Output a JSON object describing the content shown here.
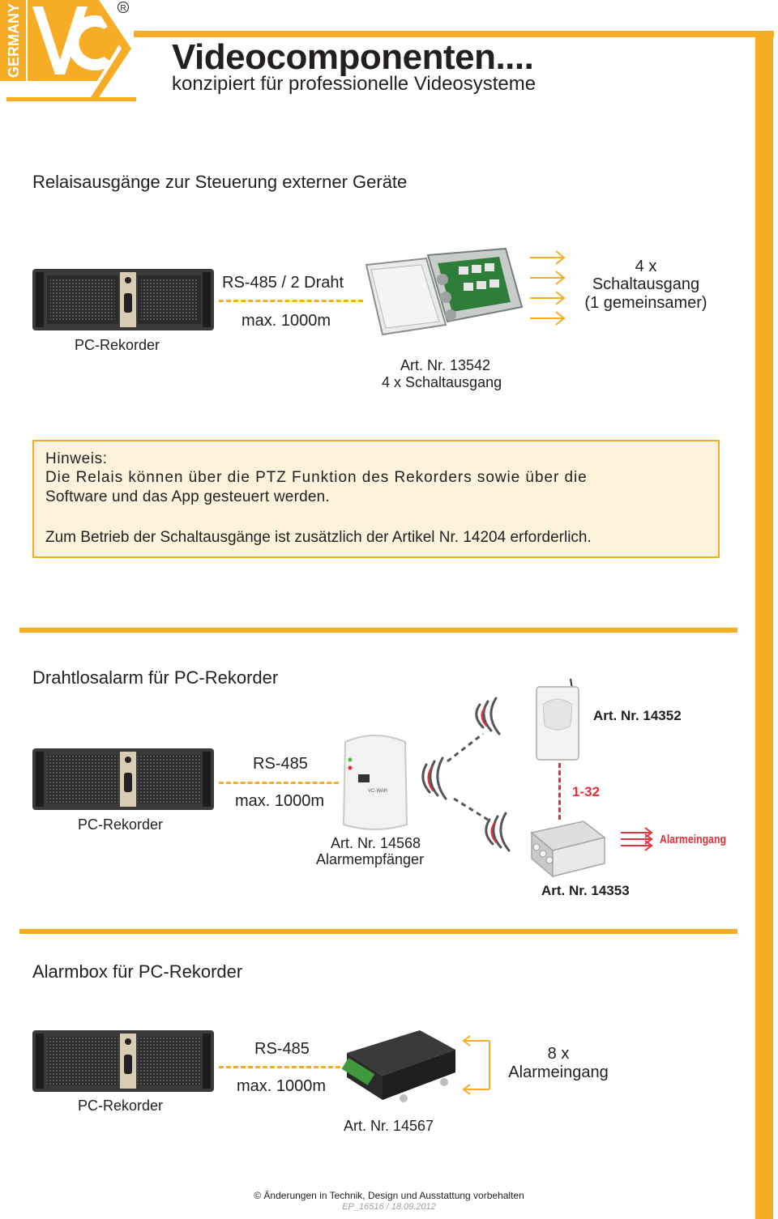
{
  "header": {
    "logo_country": "GERMANY",
    "logo_letters": "VC",
    "registered_mark": "R",
    "title": "Videocomponenten....",
    "subtitle": "konzipiert für professionelle Videosysteme"
  },
  "section_relais": {
    "heading": "Relaisausgänge zur Steuerung externer Geräte",
    "recorder_label": "PC-Rekorder",
    "line_label": "RS-485 / 2 Draht",
    "distance_label": "max. 1000m",
    "device_art": "Art. Nr. 13542",
    "device_desc": "4 x Schaltausgang",
    "output_count": "4 x",
    "output_name": "Schaltausgang",
    "output_note": "(1 gemeinsamer)"
  },
  "note": {
    "heading": "Hinweis:",
    "line1": "Die Relais können über die PTZ Funktion des Rekorders sowie über die",
    "line2": "Software und das App gesteuert werden.",
    "line3": "Zum Betrieb der Schaltausgänge ist zusätzlich der Artikel Nr. 14204 erforderlich."
  },
  "section_wireless": {
    "heading": "Drahtlosalarm für PC-Rekorder",
    "recorder_label": "PC-Rekorder",
    "line_label": "RS-485",
    "distance_label": "max. 1000m",
    "receiver_art": "Art. Nr. 14568",
    "receiver_desc": "Alarmempfänger",
    "receiver_badge": "VC-WAR",
    "sensor_art": "Art. Nr. 14352",
    "range_label": "1-32",
    "transmitter_art": "Art. Nr. 14353",
    "alarm_input_label": "Alarmeingang"
  },
  "section_alarmbox": {
    "heading": "Alarmbox für PC-Rekorder",
    "recorder_label": "PC-Rekorder",
    "line_label": "RS-485",
    "distance_label": "max. 1000m",
    "device_art": "Art. Nr. 14567",
    "input_count": "8 x",
    "input_name": "Alarmeingang"
  },
  "footer": {
    "copyright_symbol": "©",
    "disclaimer": "Änderungen in Technik, Design und Ausstattung vorbehalten",
    "doc_code": "EP_16516 / 18.09.2012"
  },
  "colors": {
    "accent": "#f6ad25",
    "note_bg": "#fdf2dc",
    "signal_red": "#e3303a"
  }
}
